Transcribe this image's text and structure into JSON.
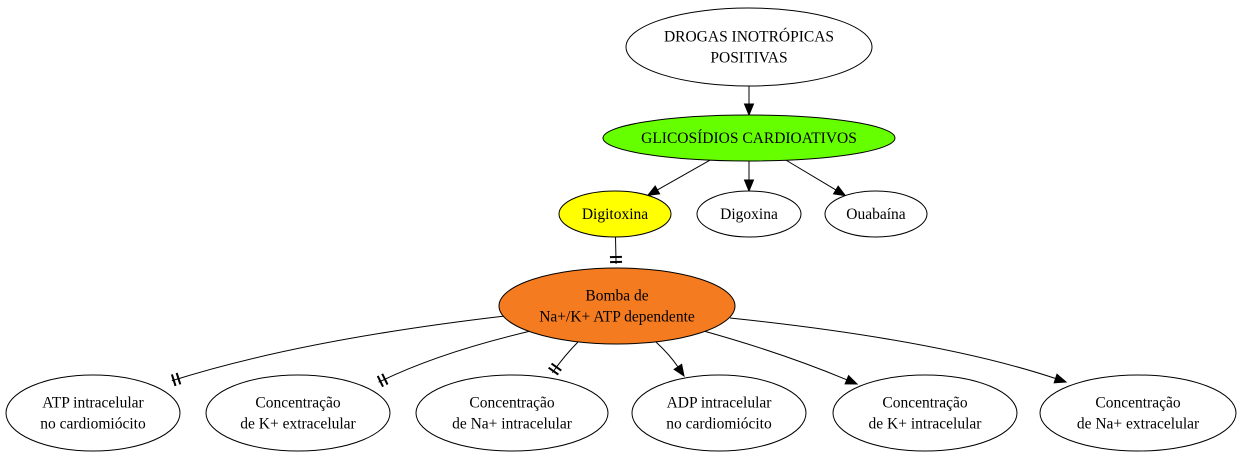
{
  "nodes": {
    "drogas": {
      "lines": [
        "DROGAS INOTRÓPICAS",
        "POSITIVAS"
      ],
      "fill": "#ffffff"
    },
    "glicosidios": {
      "lines": [
        "GLICOSÍDIOS CARDIOATIVOS"
      ],
      "fill": "#66ff00"
    },
    "digitoxina": {
      "lines": [
        "Digitoxina"
      ],
      "fill": "#ffff00"
    },
    "digoxina": {
      "lines": [
        "Digoxina"
      ],
      "fill": "#ffffff"
    },
    "ouabaina": {
      "lines": [
        "Ouabaína"
      ],
      "fill": "#ffffff"
    },
    "bomba": {
      "lines": [
        "Bomba de",
        "Na+/K+ ATP dependente"
      ],
      "fill": "#f47b20"
    },
    "atp": {
      "lines": [
        "ATP intracelular",
        "no cardiomiócito"
      ],
      "fill": "#ffffff"
    },
    "k_extra": {
      "lines": [
        "Concentração",
        "de K+ extracelular"
      ],
      "fill": "#ffffff"
    },
    "na_intra": {
      "lines": [
        "Concentração",
        "de Na+ intracelular"
      ],
      "fill": "#ffffff"
    },
    "adp": {
      "lines": [
        "ADP intracelular",
        "no cardiomiócito"
      ],
      "fill": "#ffffff"
    },
    "k_intra": {
      "lines": [
        "Concentração",
        "de K+ intracelular"
      ],
      "fill": "#ffffff"
    },
    "na_extra": {
      "lines": [
        "Concentração",
        "de Na+ extracelular"
      ],
      "fill": "#ffffff"
    }
  },
  "edges": [
    {
      "from": "drogas",
      "to": "glicosidios",
      "type": "arrow"
    },
    {
      "from": "glicosidios",
      "to": "digitoxina",
      "type": "arrow"
    },
    {
      "from": "glicosidios",
      "to": "digoxina",
      "type": "arrow"
    },
    {
      "from": "glicosidios",
      "to": "ouabaina",
      "type": "arrow"
    },
    {
      "from": "digitoxina",
      "to": "bomba",
      "type": "inhibit"
    },
    {
      "from": "bomba",
      "to": "atp",
      "type": "inhibit"
    },
    {
      "from": "bomba",
      "to": "k_extra",
      "type": "inhibit"
    },
    {
      "from": "bomba",
      "to": "na_intra",
      "type": "inhibit"
    },
    {
      "from": "bomba",
      "to": "adp",
      "type": "arrow"
    },
    {
      "from": "bomba",
      "to": "k_intra",
      "type": "arrow"
    },
    {
      "from": "bomba",
      "to": "na_extra",
      "type": "arrow"
    }
  ]
}
